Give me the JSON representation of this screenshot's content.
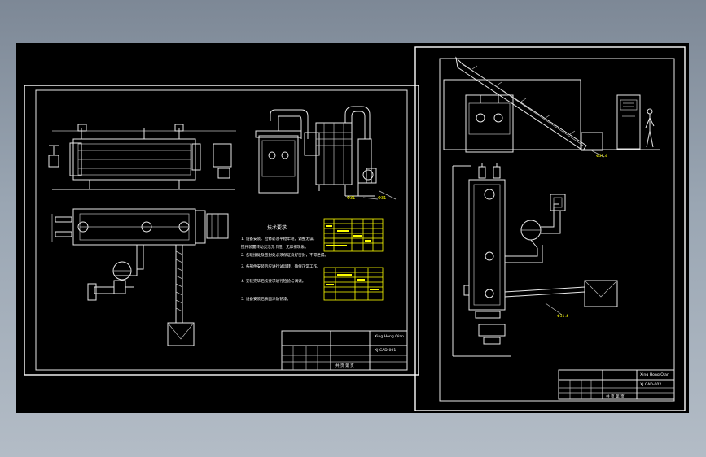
{
  "colors": {
    "background_top": "#7d8896",
    "canvas": "#000000",
    "line": "#e8e8e8",
    "highlight": "#ffff00"
  },
  "left_sheet": {
    "title_block": {
      "drawing_number": "ХJ CAD-001",
      "company": "Xing Hong Qian",
      "sheet_label": "共 页 第 页"
    },
    "notes_heading": "技术要求",
    "notes": [
      "1. 设备安装、检修必须平稳牢靠，调整无误。",
      "   搅拌装置转动灵活无卡阻，无摩擦现象。",
      "2. 各联接处及密封处必须保证良好密封，不得泄漏。",
      "3. 各部件安装后应进行试运转，确保正常工作。",
      "4. 安装完毕后按要求进行检验与调试。",
      "5. 设备安装后表面涂防锈漆。"
    ],
    "dimension_tags": [
      "Φ31",
      "Φ31"
    ]
  },
  "right_sheet": {
    "title_block": {
      "drawing_number": "ХJ CAD-002",
      "company": "Xing Hong Qian",
      "sheet_label": "共 页 第 页"
    },
    "dimension_tags": [
      "Φ31.4",
      "Φ31.4"
    ]
  }
}
